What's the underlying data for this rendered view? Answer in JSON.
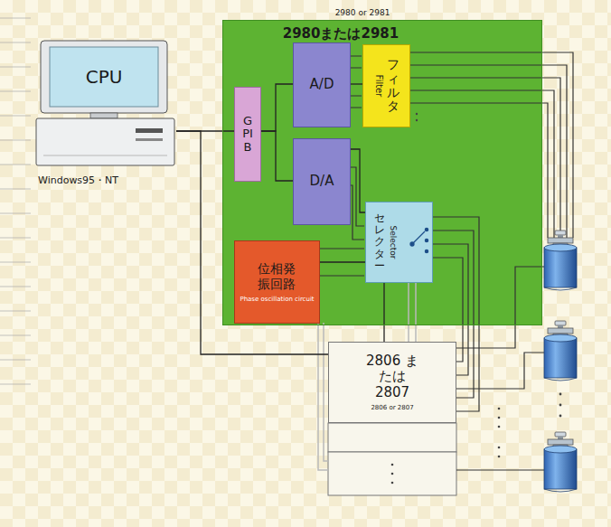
{
  "diagram": {
    "nodes": [
      {
        "text": [
          "CPU"
        ]
      },
      {
        "text": [
          "2980 or 2981",
          "2980または2981"
        ]
      },
      {
        "text": [
          "GPIB"
        ],
        "in": 1
      },
      {
        "text": [
          "A/D"
        ],
        "in": 1
      },
      {
        "text": [
          "フィルタ",
          "Filter"
        ],
        "in": 1
      },
      {
        "text": [
          "D/A"
        ],
        "in": 1
      },
      {
        "text": [
          "セレクター",
          "Selector"
        ],
        "in": 1
      },
      {
        "text": [
          "位相発振回路",
          "Phase oscillation circuit"
        ],
        "in": 1
      },
      {
        "text": [
          "2806 または 2807",
          "2806 or 2807"
        ]
      }
    ],
    "edges": [
      {
        "from": 0,
        "to": 2,
        "arrow": "none"
      },
      {
        "from": 0,
        "to": 8,
        "arrow": "none"
      },
      {
        "from": 2,
        "to": 3,
        "arrow": "none"
      },
      {
        "from": 2,
        "to": 5,
        "arrow": "none"
      },
      {
        "from": 3,
        "to": 4,
        "arrow": "none"
      },
      {
        "from": 5,
        "to": 6,
        "arrow": "none"
      },
      {
        "from": 7,
        "to": 6,
        "arrow": "none"
      },
      {
        "from": 6,
        "to": 8,
        "arrow": "none"
      }
    ],
    "labels": [
      "Windows95・NT"
    ]
  }
}
